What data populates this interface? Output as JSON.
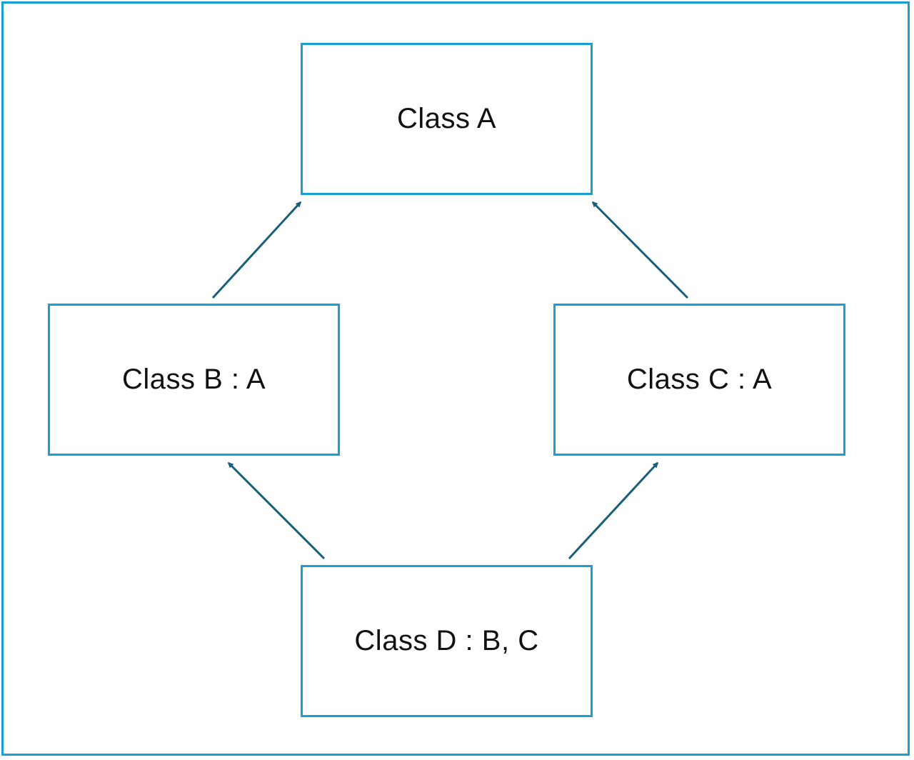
{
  "diagram": {
    "frame_color": "#1a9ed6",
    "arrow_color": "#1a5f7a",
    "nodes": {
      "a": {
        "label": "Class A"
      },
      "b": {
        "label": "Class B : A"
      },
      "c": {
        "label": "Class C : A"
      },
      "d": {
        "label": "Class D : B, C"
      }
    },
    "edges": [
      {
        "from": "b",
        "to": "a"
      },
      {
        "from": "c",
        "to": "a"
      },
      {
        "from": "d",
        "to": "b"
      },
      {
        "from": "d",
        "to": "c"
      }
    ]
  }
}
